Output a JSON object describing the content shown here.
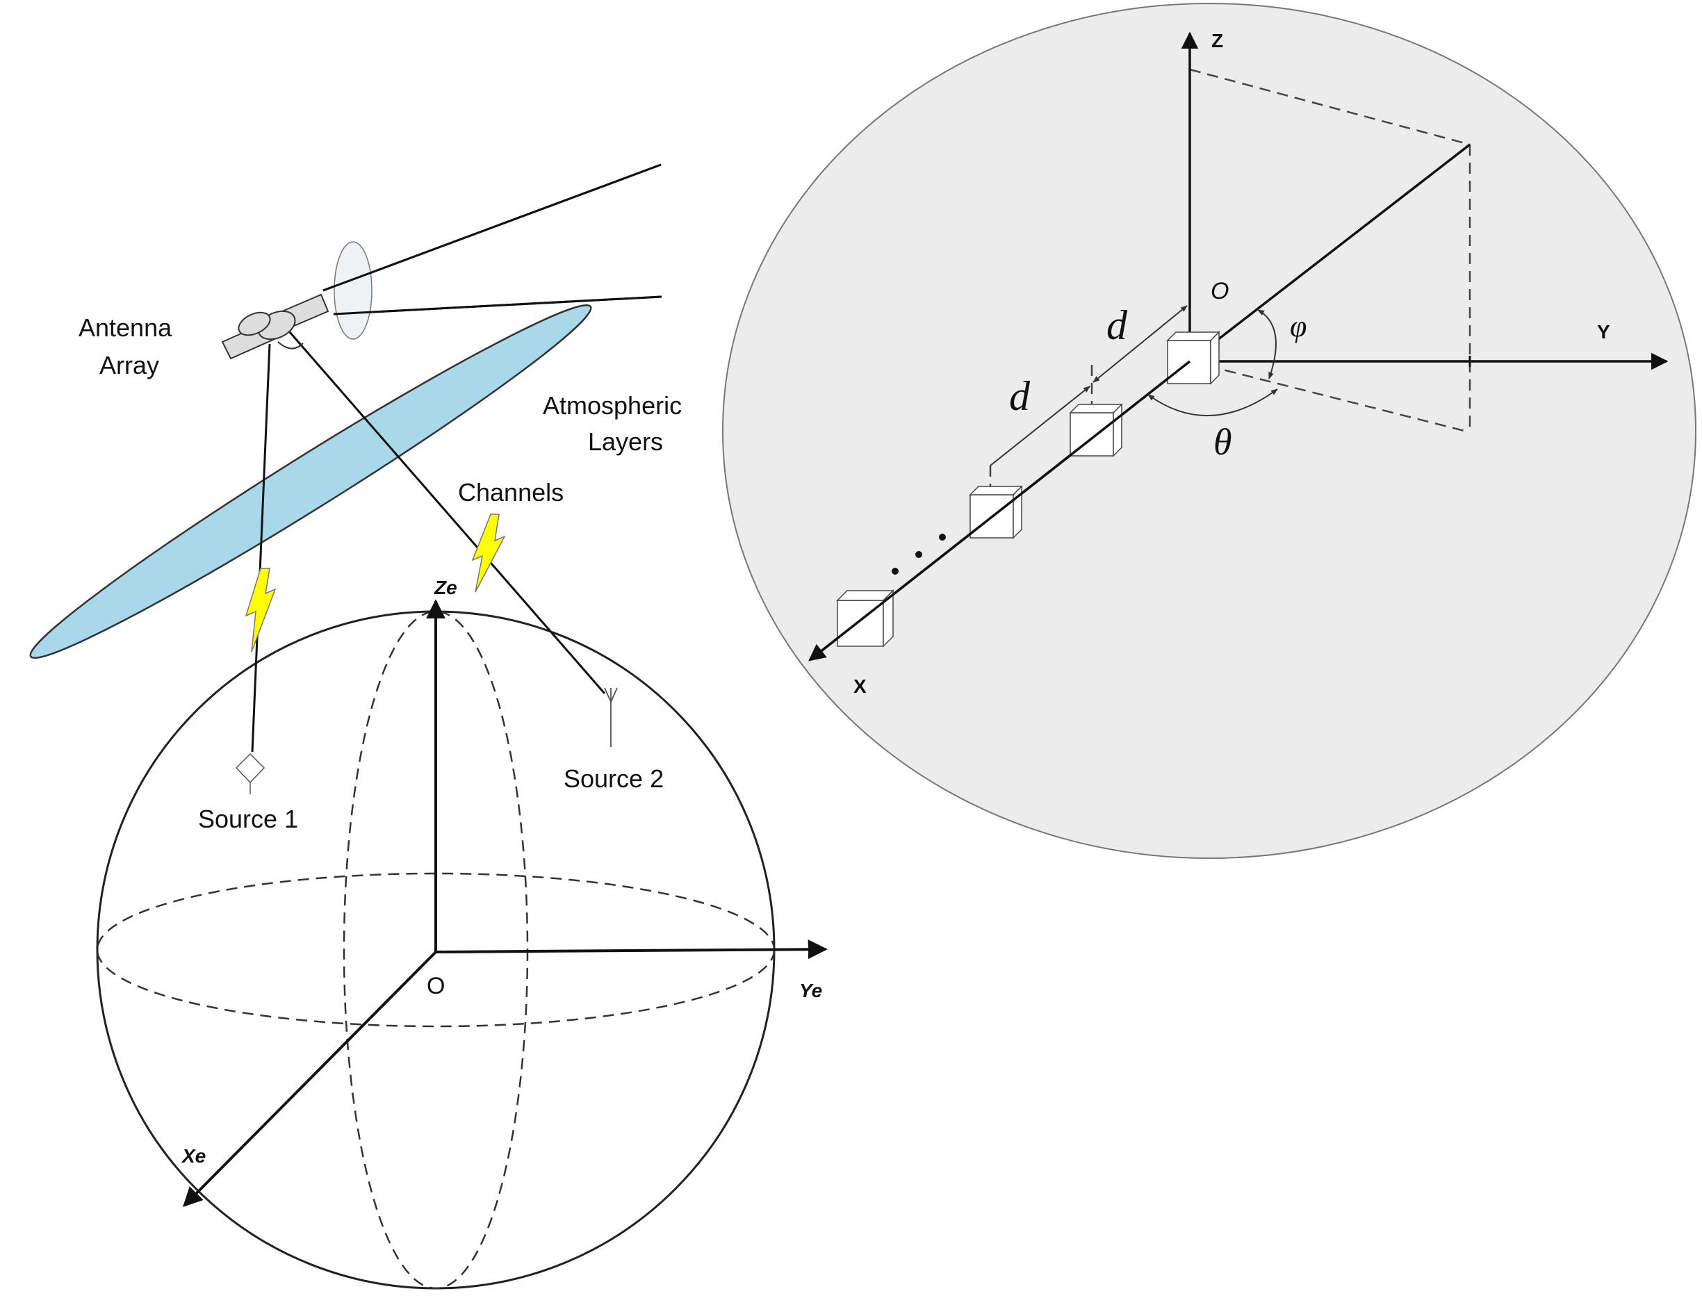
{
  "left_panel": {
    "antenna_label_line1": "Antenna",
    "antenna_label_line2": "Array",
    "atmo_label_line1": "Atmospheric",
    "atmo_label_line2": "Layers",
    "channels_label": "Channels",
    "source1_label": "Source 1",
    "source2_label": "Source 2",
    "earth_axes": {
      "z_label": "Ze",
      "y_label": "Ye",
      "x_label": "Xe",
      "origin_label": "O"
    }
  },
  "right_panel": {
    "z_label": "Z",
    "y_label": "Y",
    "x_label": "X",
    "origin_label": "O",
    "spacing_label_1": "d",
    "spacing_label_2": "d",
    "phi_label": "φ",
    "theta_label": "θ"
  },
  "colors": {
    "atmosphere_fill": "#a8d8ea",
    "bolt_fill": "#ffff00",
    "panel_fill": "#ececec",
    "stroke": "#1a1a1a"
  }
}
